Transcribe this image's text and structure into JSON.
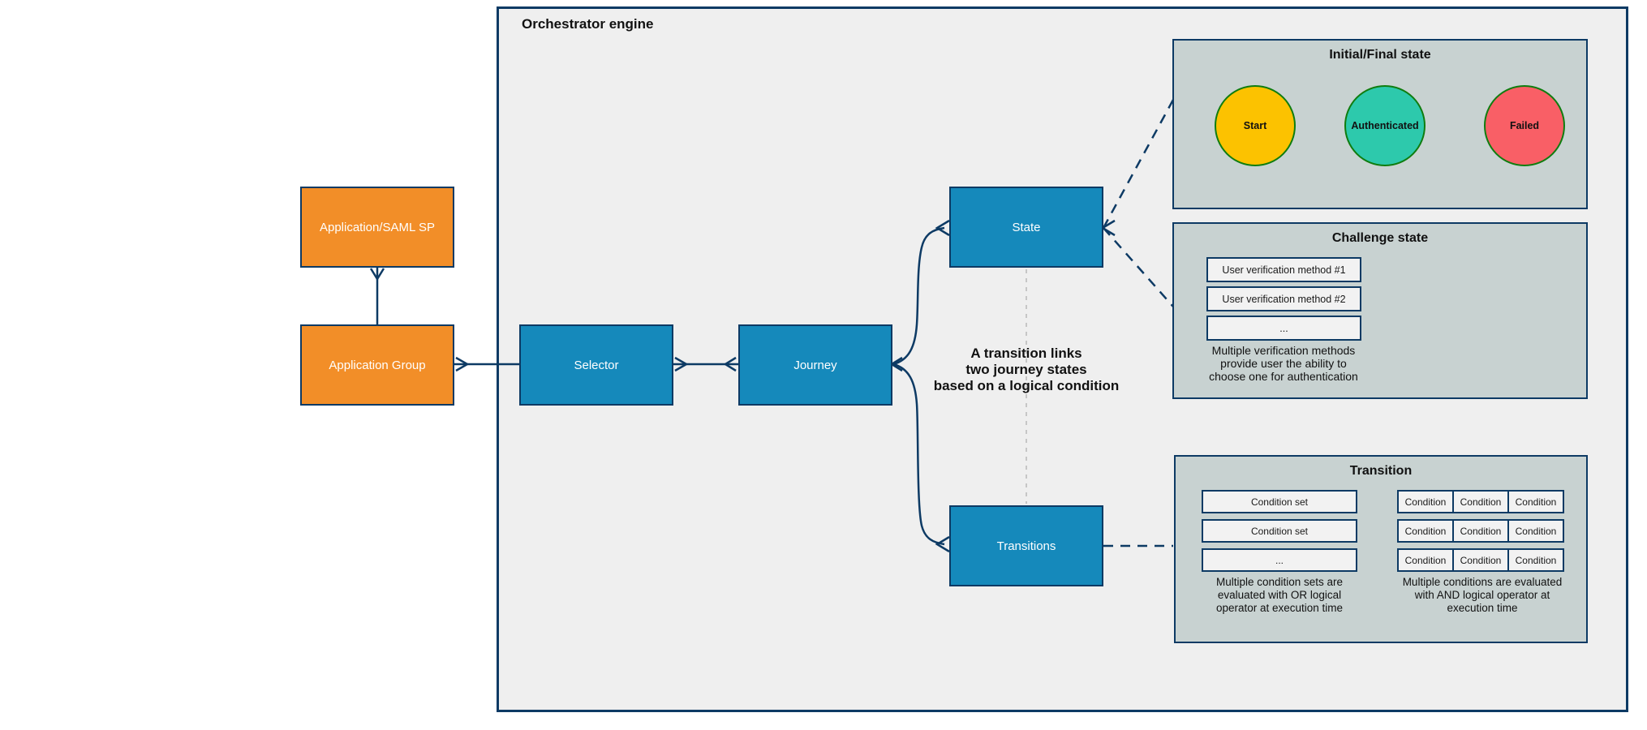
{
  "diagram": {
    "orchestrator_title": "Orchestrator engine",
    "nodes": {
      "application_saml_sp": "Application/SAML SP",
      "application_group": "Application Group",
      "selector": "Selector",
      "journey": "Journey",
      "state": "State",
      "transitions": "Transitions"
    },
    "annotation": "A transition links\ntwo journey states\nbased on a logical condition",
    "panels": {
      "initial_final": {
        "title": "Initial/Final state",
        "states": [
          {
            "label": "Start",
            "color": "#fcc200"
          },
          {
            "label": "Authenticated",
            "color": "#2dc9ac"
          },
          {
            "label": "Failed",
            "color": "#f95f66"
          }
        ]
      },
      "challenge": {
        "title": "Challenge state",
        "methods": [
          "User verification method #1",
          "User verification method #2",
          "..."
        ],
        "caption": "Multiple verification methods\nprovide user the ability to\nchoose one for authentication"
      },
      "transition": {
        "title": "Transition",
        "condition_sets": [
          "Condition set",
          "Condition set",
          "..."
        ],
        "conditions": [
          [
            "Condition",
            "Condition",
            "Condition"
          ],
          [
            "Condition",
            "Condition",
            "Condition"
          ],
          [
            "Condition",
            "Condition",
            "Condition"
          ]
        ],
        "caption_left": "Multiple condition sets are\nevaluated with OR logical\noperator at execution time",
        "caption_right": "Multiple conditions are evaluated\nwith AND logical operator at\nexecution time"
      }
    },
    "colors": {
      "border_navy": "#0d3a64",
      "node_blue": "#1589bb",
      "node_orange": "#f28e28",
      "engine_background": "#efefef",
      "panel_gray": "#c8d2d1",
      "inner_box_gray": "#f2f2f2",
      "circle_border_green": "#0f7d0f",
      "start_yellow": "#fcc200",
      "authenticated_teal": "#2dc9ac",
      "failed_red": "#f95f66",
      "dashed_gray": "#b8b8b8"
    }
  }
}
